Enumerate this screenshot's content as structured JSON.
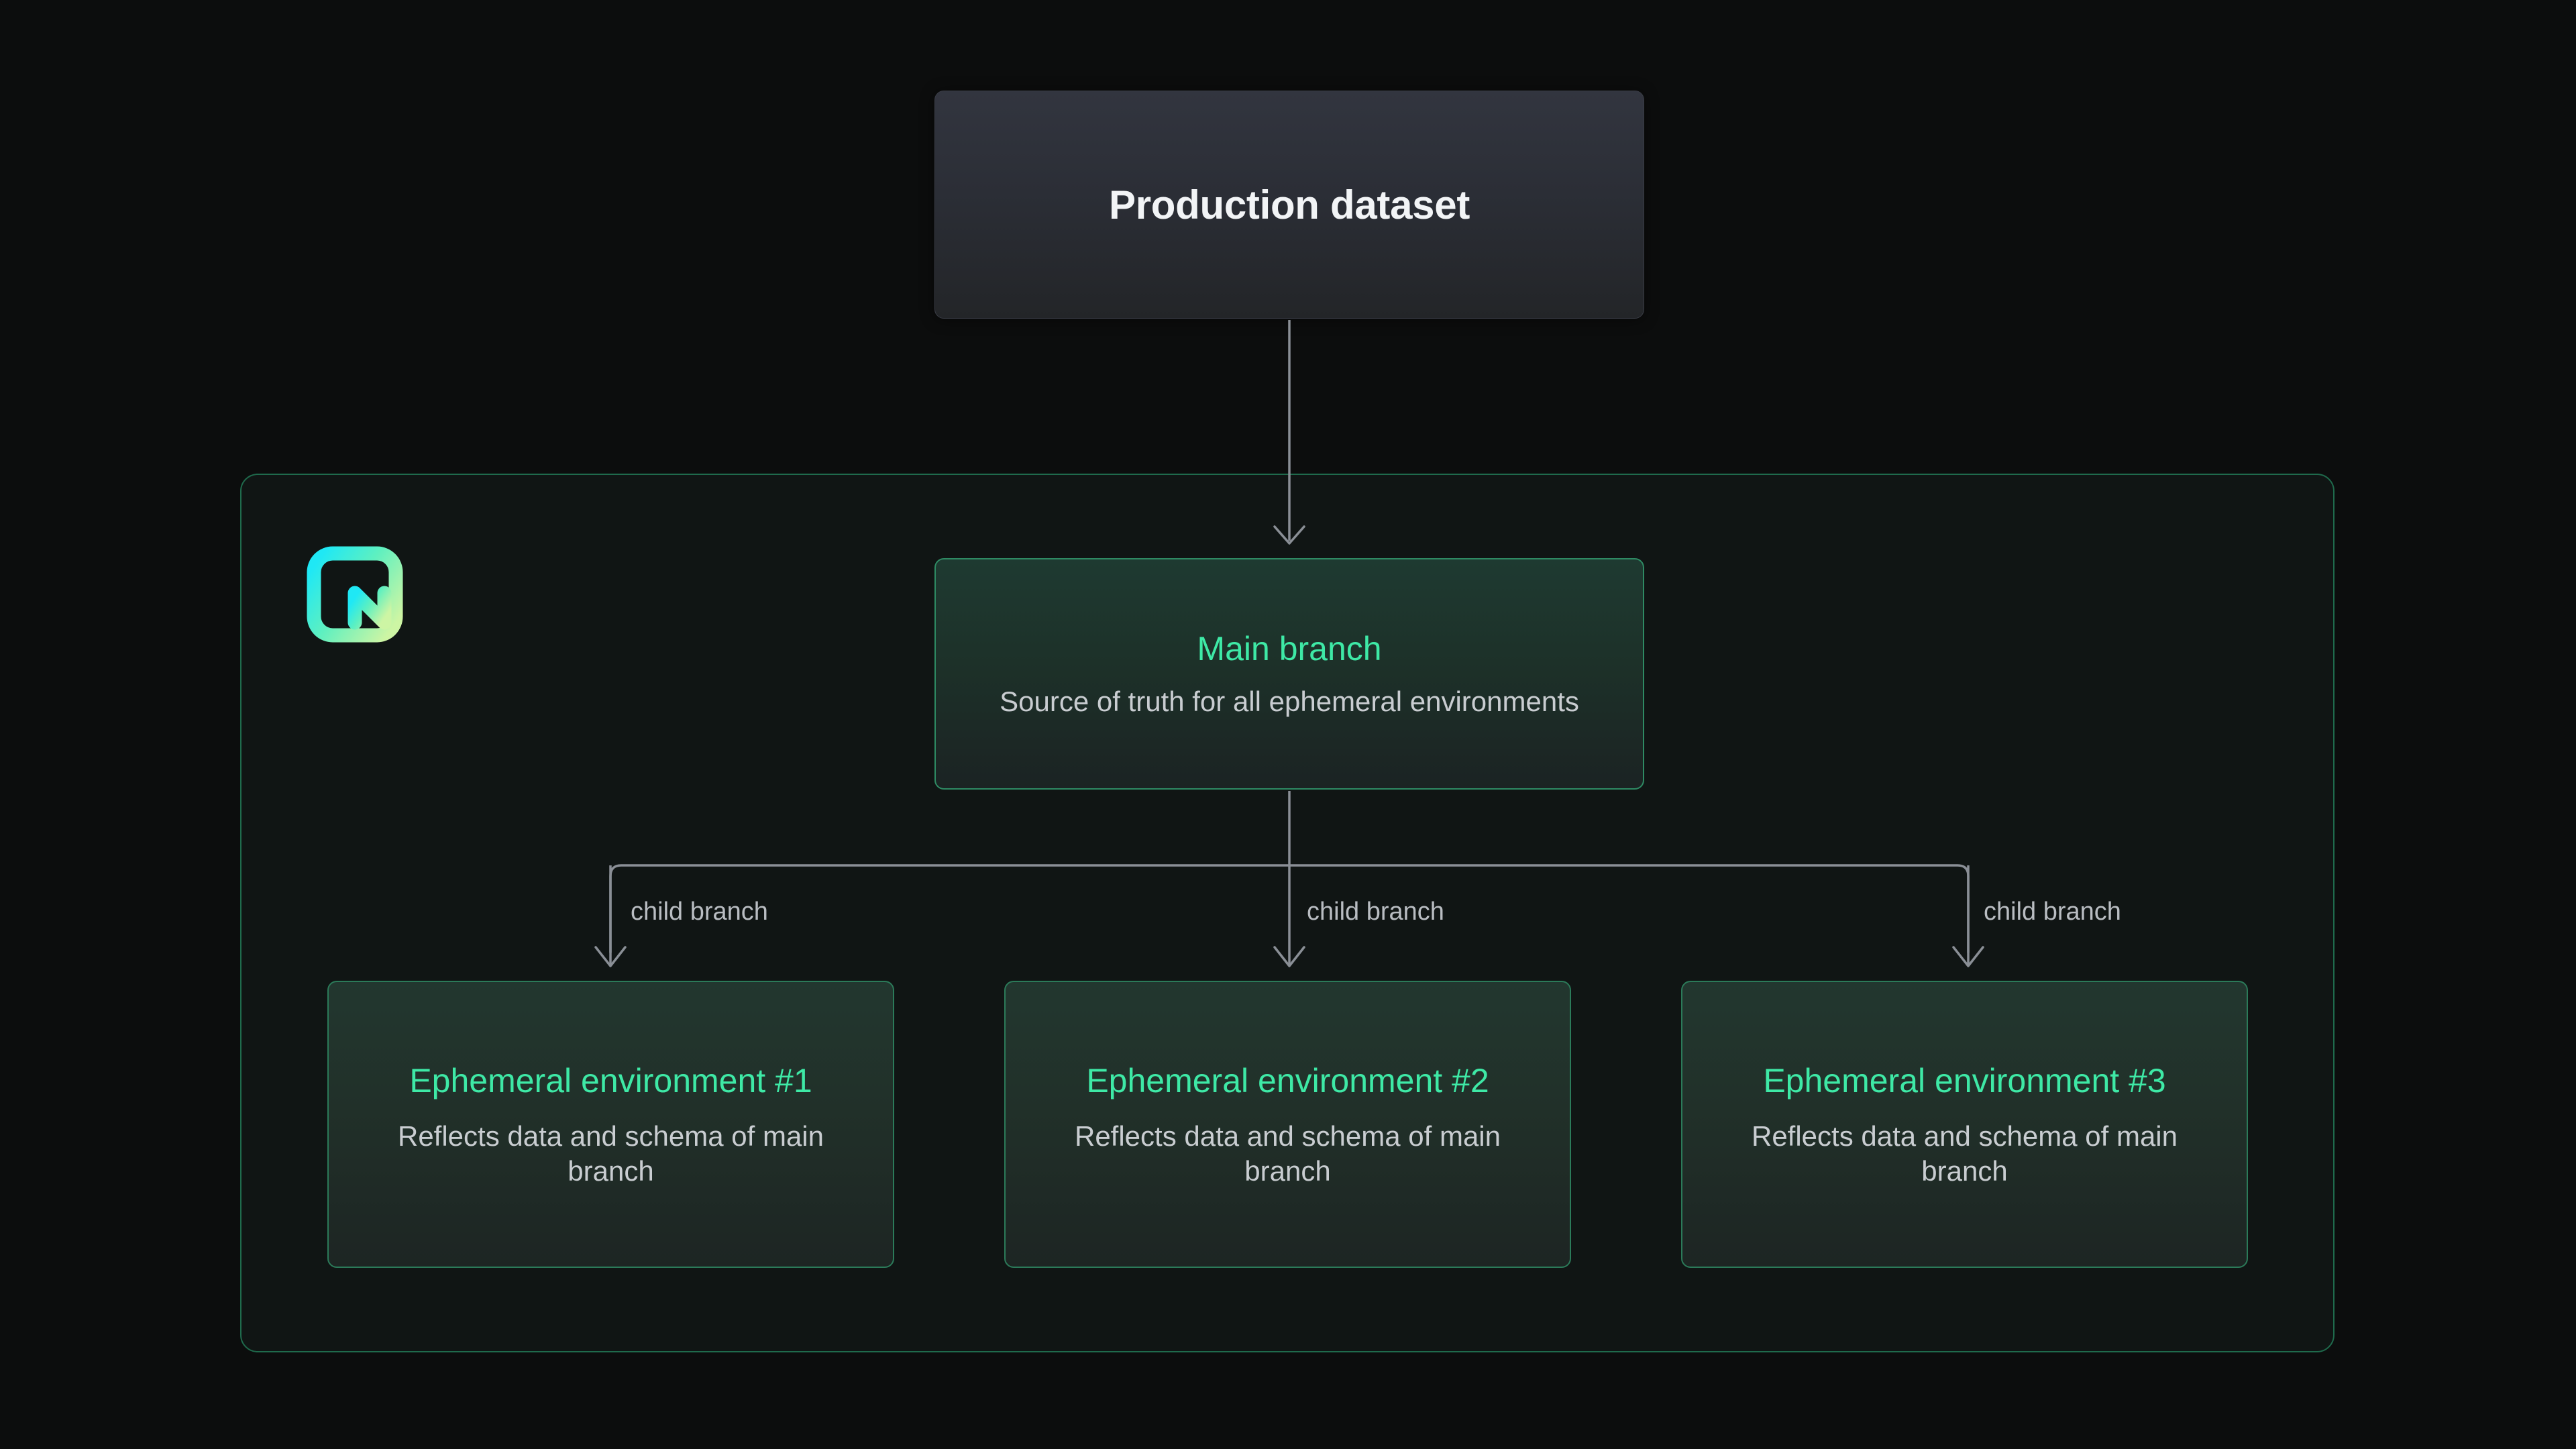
{
  "diagram": {
    "background_color": "#0c0d0d",
    "accent_color": "#3ee9a6",
    "container_border_color": "#1f6a4c",
    "connector_color": "#8a8f96"
  },
  "production": {
    "title": "Production dataset"
  },
  "logo": {
    "name": "neon-logo",
    "gradient_from": "#2ae0f0",
    "gradient_to": "#c6f4a0"
  },
  "main_branch": {
    "title": "Main branch",
    "description": "Source of truth for all ephemeral environments"
  },
  "edges": {
    "child_branch_label": "child branch",
    "labels": [
      "child branch",
      "child branch",
      "child branch"
    ]
  },
  "environments": [
    {
      "title": "Ephemeral environment #1",
      "description": "Reflects data and schema of main branch"
    },
    {
      "title": "Ephemeral environment #2",
      "description": "Reflects data and schema of main branch"
    },
    {
      "title": "Ephemeral environment #3",
      "description": "Reflects data and schema of main branch"
    }
  ]
}
